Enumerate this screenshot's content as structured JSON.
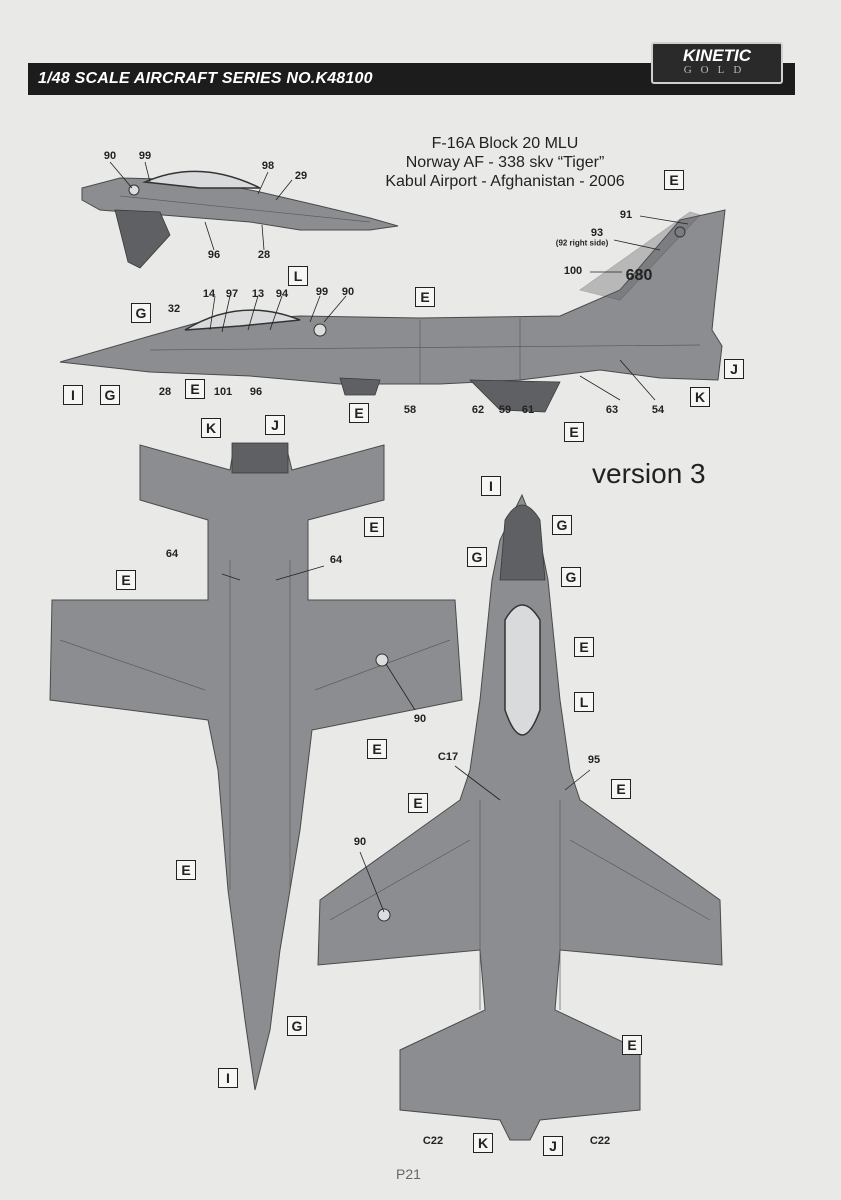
{
  "header": {
    "title": "1/48 SCALE  AIRCRAFT  SERIES NO.K48100"
  },
  "logo": {
    "main": "KINETIC",
    "sub": "GOLD"
  },
  "caption": {
    "line1": "F-16A Block 20 MLU",
    "line2": "Norway AF - 338 skv “Tiger”",
    "line3": "Kabul Airport - Afghanistan - 2006"
  },
  "version": "version 3",
  "tail_number": "680",
  "page_number": "P21",
  "callouts": {
    "c_90a": "90",
    "c_99a": "99",
    "c_98": "98",
    "c_29": "29",
    "c_96a": "96",
    "c_28a": "28",
    "c_91": "91",
    "c_93": "93",
    "c_92note": "(92 right side)",
    "c_100": "100",
    "c_14": "14",
    "c_97": "97",
    "c_13": "13",
    "c_94": "94",
    "c_99b": "99",
    "c_90b": "90",
    "c_32": "32",
    "c_28b": "28",
    "c_101": "101",
    "c_96b": "96",
    "c_58": "58",
    "c_62": "62",
    "c_59": "59",
    "c_61": "61",
    "c_63": "63",
    "c_54": "54",
    "c_64a": "64",
    "c_64b": "64",
    "c_90c": "90",
    "c_C17": "C17",
    "c_95": "95",
    "c_90d": "90",
    "c_C22a": "C22",
    "c_C22b": "C22"
  },
  "badges": {
    "E": "E",
    "G": "G",
    "I": "I",
    "J": "J",
    "K": "K",
    "L": "L"
  }
}
